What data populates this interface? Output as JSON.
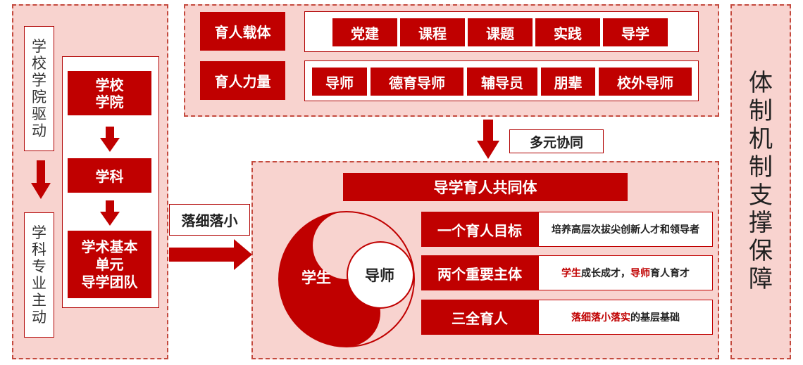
{
  "left_panel": {
    "top_label": "学校学院驱动",
    "bottom_label": "学科专业主动",
    "steps": [
      "学校\n学院",
      "学科",
      "学术基本\n单元\n导学团队"
    ]
  },
  "top_panel": {
    "carrier": {
      "label": "育人载体",
      "items": [
        "党建",
        "课程",
        "课题",
        "实践",
        "导学"
      ]
    },
    "force": {
      "label": "育人力量",
      "items": [
        "导师",
        "德育导师",
        "辅导员",
        "朋辈",
        "校外导师"
      ]
    }
  },
  "arrows": {
    "collab_label": "多元协同",
    "refine_label": "落细落小"
  },
  "community": {
    "title": "导学育人共同体",
    "circles": {
      "student": "学生",
      "tutor": "导师"
    },
    "rows": [
      {
        "label": "一个育人目标",
        "desc_parts": [
          {
            "text": "培养高层次拔尖创新人才和领导者",
            "hl": false
          }
        ]
      },
      {
        "label": "两个重要主体",
        "desc_parts": [
          {
            "text": "学生",
            "hl": true
          },
          {
            "text": "成长成才，",
            "hl": false
          },
          {
            "text": "导师",
            "hl": true
          },
          {
            "text": "育人育才",
            "hl": false
          }
        ]
      },
      {
        "label": "三全育人",
        "desc_parts": [
          {
            "text": "落细落小落实",
            "hl": true
          },
          {
            "text": "的基层基础",
            "hl": false
          }
        ]
      }
    ]
  },
  "right_panel": {
    "label": "体制机制支撑保障"
  },
  "colors": {
    "dark_red": "#c00000",
    "panel_pink": "#f8d3cf",
    "dashed_border": "#c44a3e"
  }
}
